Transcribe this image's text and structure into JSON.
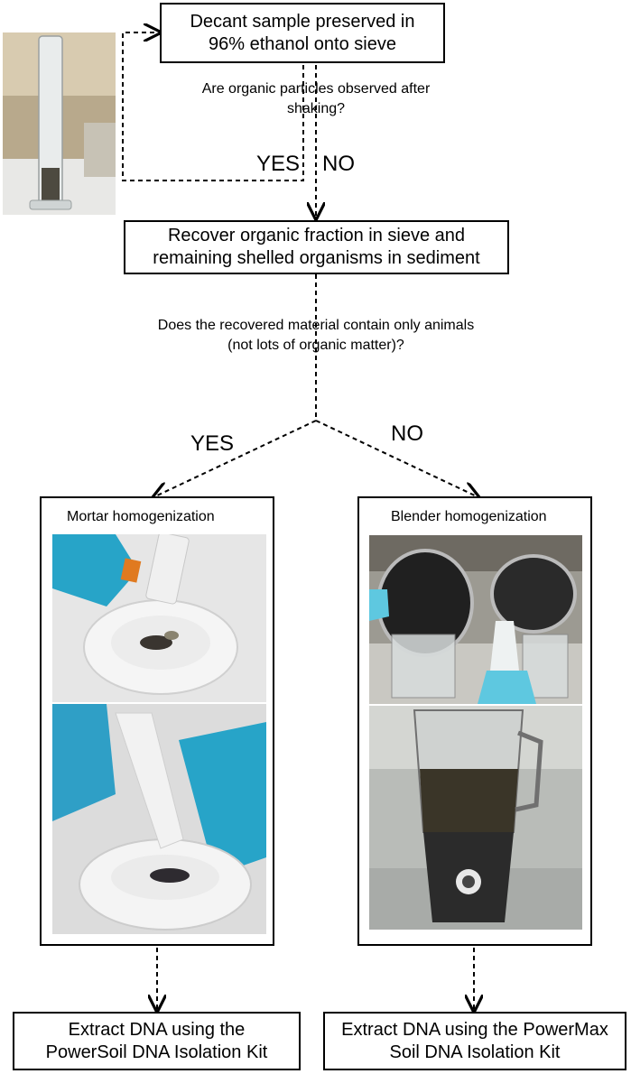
{
  "top_box": "Decant sample preserved in\n96% ethanol onto sieve",
  "question1": "Are organic particles observed after\nshaking?",
  "q1_yes": "YES",
  "q1_no": "NO",
  "recover_box": "Recover organic fraction  in sieve and\nremaining shelled organisms in sediment",
  "question2": "Does the recovered material contain only animals\n(not lots of organic matter)?",
  "q2_yes": "YES",
  "q2_no": "NO",
  "left_panel_title": "Mortar homogenization",
  "right_panel_title": "Blender homogenization",
  "left_result": "Extract DNA using the\nPowerSoil DNA Isolation Kit",
  "right_result": "Extract DNA using the PowerMax\nSoil DNA Isolation Kit"
}
